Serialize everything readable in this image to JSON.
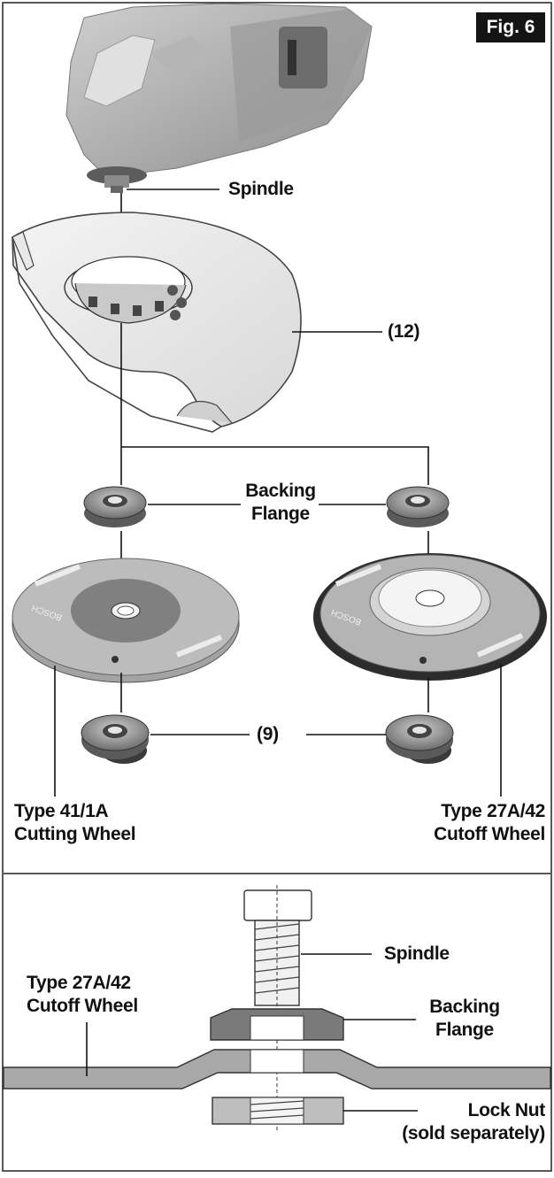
{
  "figure": {
    "badge": "Fig. 6"
  },
  "top_section": {
    "spindle_label": "Spindle",
    "guard_label": "(12)",
    "backing_flange_label": [
      "Backing",
      "Flange"
    ],
    "clamping_nut_label": "(9)",
    "left_wheel_label": [
      "Type 41/1A",
      "Cutting Wheel"
    ],
    "right_wheel_label": [
      "Type 27A/42",
      "Cutoff Wheel"
    ],
    "wheel_brand_text": "BOSCH"
  },
  "cross_section": {
    "wheel_label": [
      "Type 27A/42",
      "Cutoff Wheel"
    ],
    "spindle_label": "Spindle",
    "backing_flange_label": [
      "Backing",
      "Flange"
    ],
    "lock_nut_label": [
      "Lock Nut",
      "(sold separately)"
    ]
  }
}
